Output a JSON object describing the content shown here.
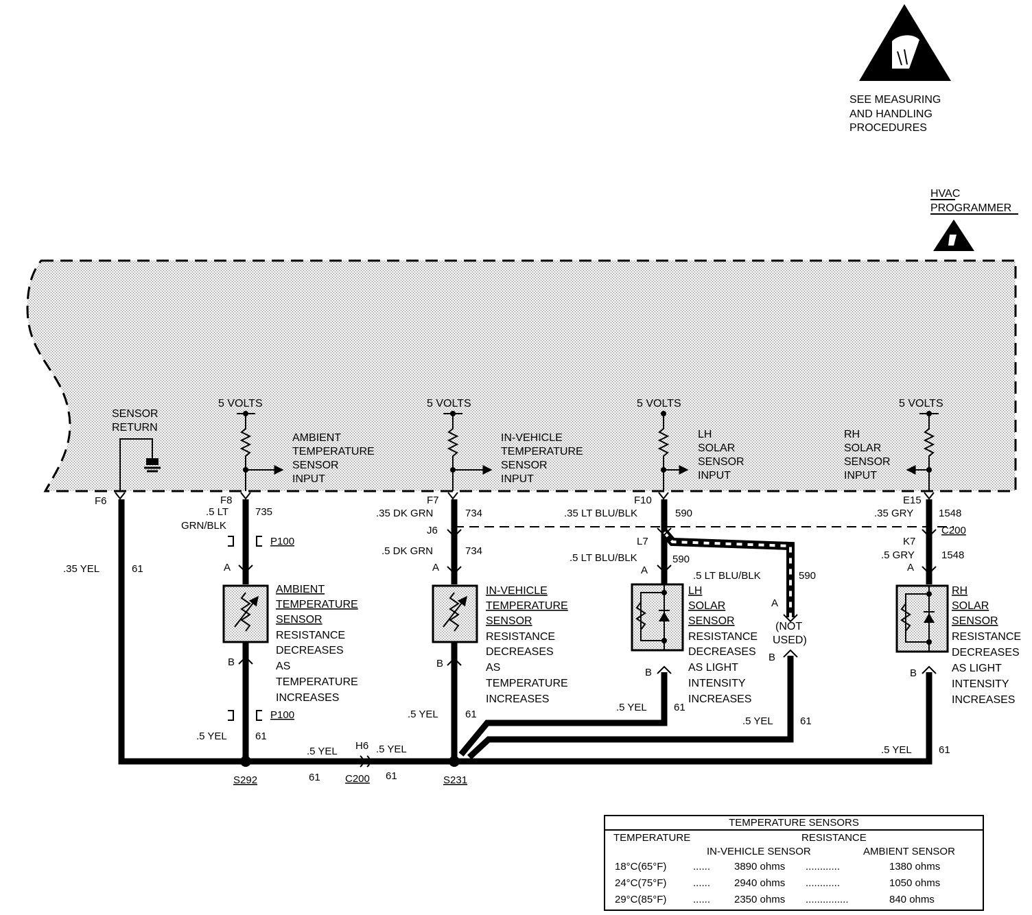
{
  "warning": {
    "icon": "esd-warning-icon",
    "text_lines": [
      "SEE MEASURING",
      "AND HANDLING",
      "PROCEDURES"
    ]
  },
  "module": {
    "title_lines": [
      "HVAC",
      "PROGRAMMER"
    ],
    "icon": "esd-warning-icon"
  },
  "internal": {
    "volts": "5 VOLTS",
    "sensor_return": [
      "SENSOR",
      "RETURN"
    ],
    "ambient_input": [
      "AMBIENT",
      "TEMPERATURE",
      "SENSOR",
      "INPUT"
    ],
    "invehicle_input": [
      "IN-VEHICLE",
      "TEMPERATURE",
      "SENSOR",
      "INPUT"
    ],
    "lh_input": [
      "LH",
      "SOLAR",
      "SENSOR",
      "INPUT"
    ],
    "rh_input": [
      "RH",
      "SOLAR",
      "SENSOR",
      "INPUT"
    ]
  },
  "pins": {
    "f6": "F6",
    "f8": "F8",
    "f7": "F7",
    "f10": "F10",
    "e15": "E15",
    "j6": "J6",
    "l7": "L7",
    "k7": "K7",
    "h6": "H6"
  },
  "wires": {
    "f6_color": ".35 YEL",
    "f6_circuit": "61",
    "f8_color": [
      ".5 LT",
      "GRN/BLK"
    ],
    "f8_circuit": "735",
    "f7_color": ".35 DK GRN",
    "f7_circuit": "734",
    "j6_color": ".5 DK GRN",
    "j6_circuit": "734",
    "f10_color": ".35 LT BLU/BLK",
    "f10_circuit": "590",
    "l7_color": ".5 LT BLU/BLK",
    "l7_circuit": "590",
    "unused_color": ".5 LT BLU/BLK",
    "unused_circuit": "590",
    "e15_color": ".35 GRY",
    "e15_circuit": "1548",
    "k7_color": ".5 GRY",
    "k7_circuit": "1548",
    "yel": ".5 YEL",
    "c61": "61"
  },
  "connectors": {
    "p100": "P100",
    "c200": "C200",
    "s292": "S292",
    "s231": "S231"
  },
  "terminals": {
    "a": "A",
    "b": "B"
  },
  "sensors": {
    "ambient": {
      "title": [
        "AMBIENT",
        "TEMPERATURE",
        "SENSOR"
      ],
      "desc": [
        "RESISTANCE",
        "DECREASES",
        "AS",
        "TEMPERATURE",
        "INCREASES"
      ]
    },
    "invehicle": {
      "title": [
        "IN-VEHICLE",
        "TEMPERATURE",
        "SENSOR"
      ],
      "desc": [
        "RESISTANCE",
        "DECREASES",
        "AS",
        "TEMPERATURE",
        "INCREASES"
      ]
    },
    "lh": {
      "title": [
        "LH",
        "SOLAR",
        "SENSOR"
      ],
      "desc": [
        "RESISTANCE",
        "DECREASES",
        "AS LIGHT",
        "INTENSITY",
        "INCREASES"
      ]
    },
    "rh": {
      "title": [
        "RH",
        "SOLAR",
        "SENSOR"
      ],
      "desc": [
        "RESISTANCE",
        "DECREASES",
        "AS LIGHT",
        "INTENSITY",
        "INCREASES"
      ]
    },
    "not_used": [
      "(NOT",
      "USED)"
    ]
  },
  "table": {
    "title": "TEMPERATURE SENSORS",
    "col_temperature": "TEMPERATURE",
    "col_resistance": "RESISTANCE",
    "col_invehicle": "IN-VEHICLE SENSOR",
    "col_ambient": "AMBIENT SENSOR",
    "rows": [
      {
        "temp": "18°C(65°F)",
        "invehicle": "3890 ohms",
        "ambient": "1380 ohms"
      },
      {
        "temp": "24°C(75°F)",
        "invehicle": "2940 ohms",
        "ambient": "1050 ohms"
      },
      {
        "temp": "29°C(85°F)",
        "invehicle": "2350 ohms",
        "ambient": "840 ohms"
      }
    ]
  }
}
